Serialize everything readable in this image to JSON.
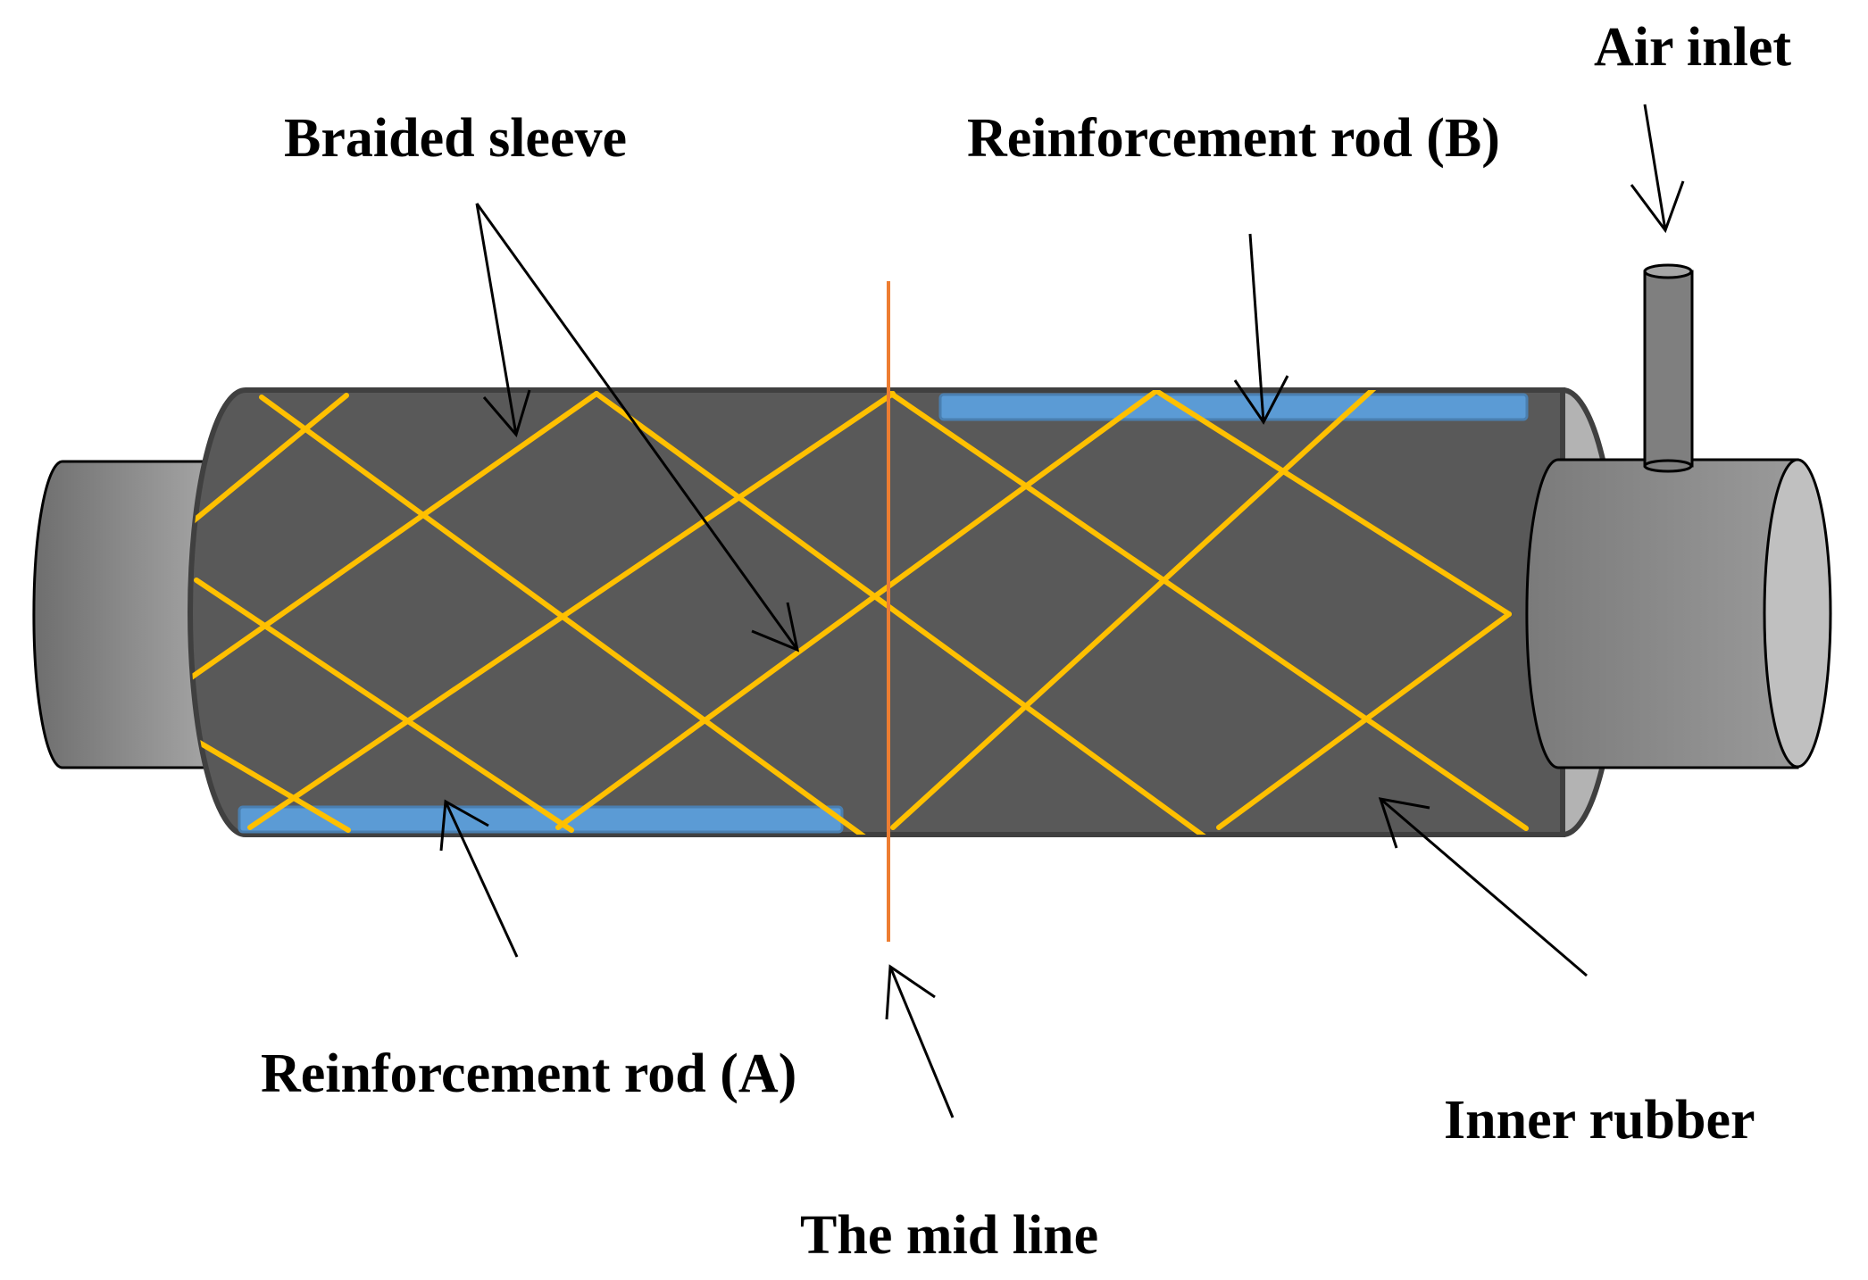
{
  "labels": {
    "air_inlet": "Air inlet",
    "braided_sleeve": "Braided sleeve",
    "rod_b": "Reinforcement rod (B)",
    "rod_a": "Reinforcement rod (A)",
    "inner_rubber": "Inner rubber",
    "mid_line": "The mid line"
  },
  "colors": {
    "sleeve_body": "#595959",
    "end_cap": "#8c8c8c",
    "braid": "#ffc000",
    "rod": "#5b9bd5",
    "mid_line": "#ed7d31",
    "arrow": "#000000"
  }
}
